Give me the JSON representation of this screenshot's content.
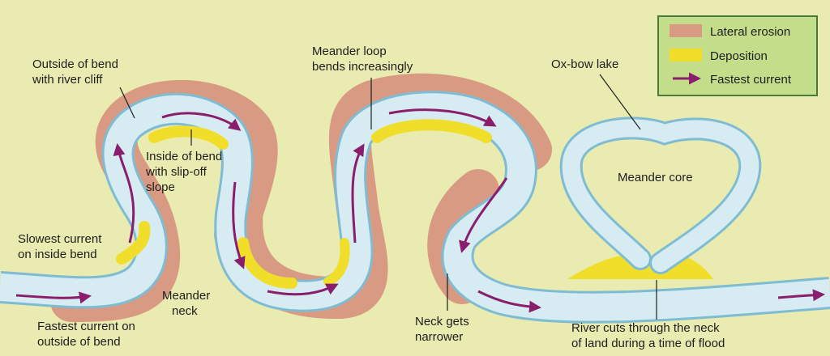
{
  "colors": {
    "background": "#e9ebb0",
    "erosion": "#d99a83",
    "deposition": "#f1de2a",
    "water": "#d6ecf2",
    "water_edge": "#7fbcd3",
    "arrow": "#8a1d6c",
    "legend_bg": "#c3dd8a"
  },
  "legend": {
    "items": [
      {
        "label": "Lateral erosion",
        "swatch": "erosion"
      },
      {
        "label": "Deposition",
        "swatch": "deposition"
      },
      {
        "label": "Fastest current",
        "swatch": "arrow"
      }
    ]
  },
  "labels": {
    "outside_bend": [
      "Outside of bend",
      "with river cliff"
    ],
    "inside_bend": [
      "Inside of bend",
      "with slip-off",
      "slope"
    ],
    "slowest_current": [
      "Slowest current",
      "on inside bend"
    ],
    "fastest_current": [
      "Fastest current on",
      "outside of bend"
    ],
    "meander_neck": [
      "Meander",
      "neck"
    ],
    "meander_loop": [
      "Meander loop",
      "bends increasingly"
    ],
    "neck_narrower": [
      "Neck gets",
      "narrower"
    ],
    "oxbow_lake": "Ox-bow lake",
    "meander_core": "Meander core",
    "river_cuts": [
      "River cuts through the neck",
      "of land during a time of flood"
    ]
  }
}
